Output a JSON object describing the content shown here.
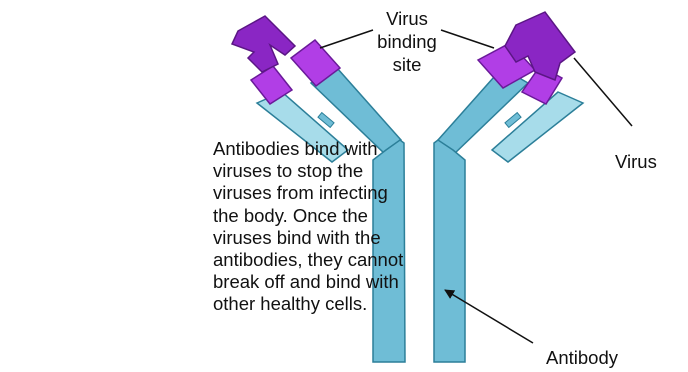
{
  "labels": {
    "binding_site": [
      "Virus",
      "binding",
      "site"
    ],
    "virus": "Virus",
    "antibody": "Antibody"
  },
  "caption": [
    "Antibodies bind with",
    "viruses to stop the",
    "viruses from infecting",
    "the body. Once the",
    "viruses bind with the",
    "antibodies, they cannot",
    "break off and bind with",
    "other healthy cells."
  ],
  "colors": {
    "antibody_fill": "#6fbdd6",
    "antibody_light": "#a7dcea",
    "antibody_stroke": "#2c7f99",
    "virus_fill": "#8a26c4",
    "binding_site_fill": "#b13ee6",
    "pointer_line": "#111111"
  }
}
